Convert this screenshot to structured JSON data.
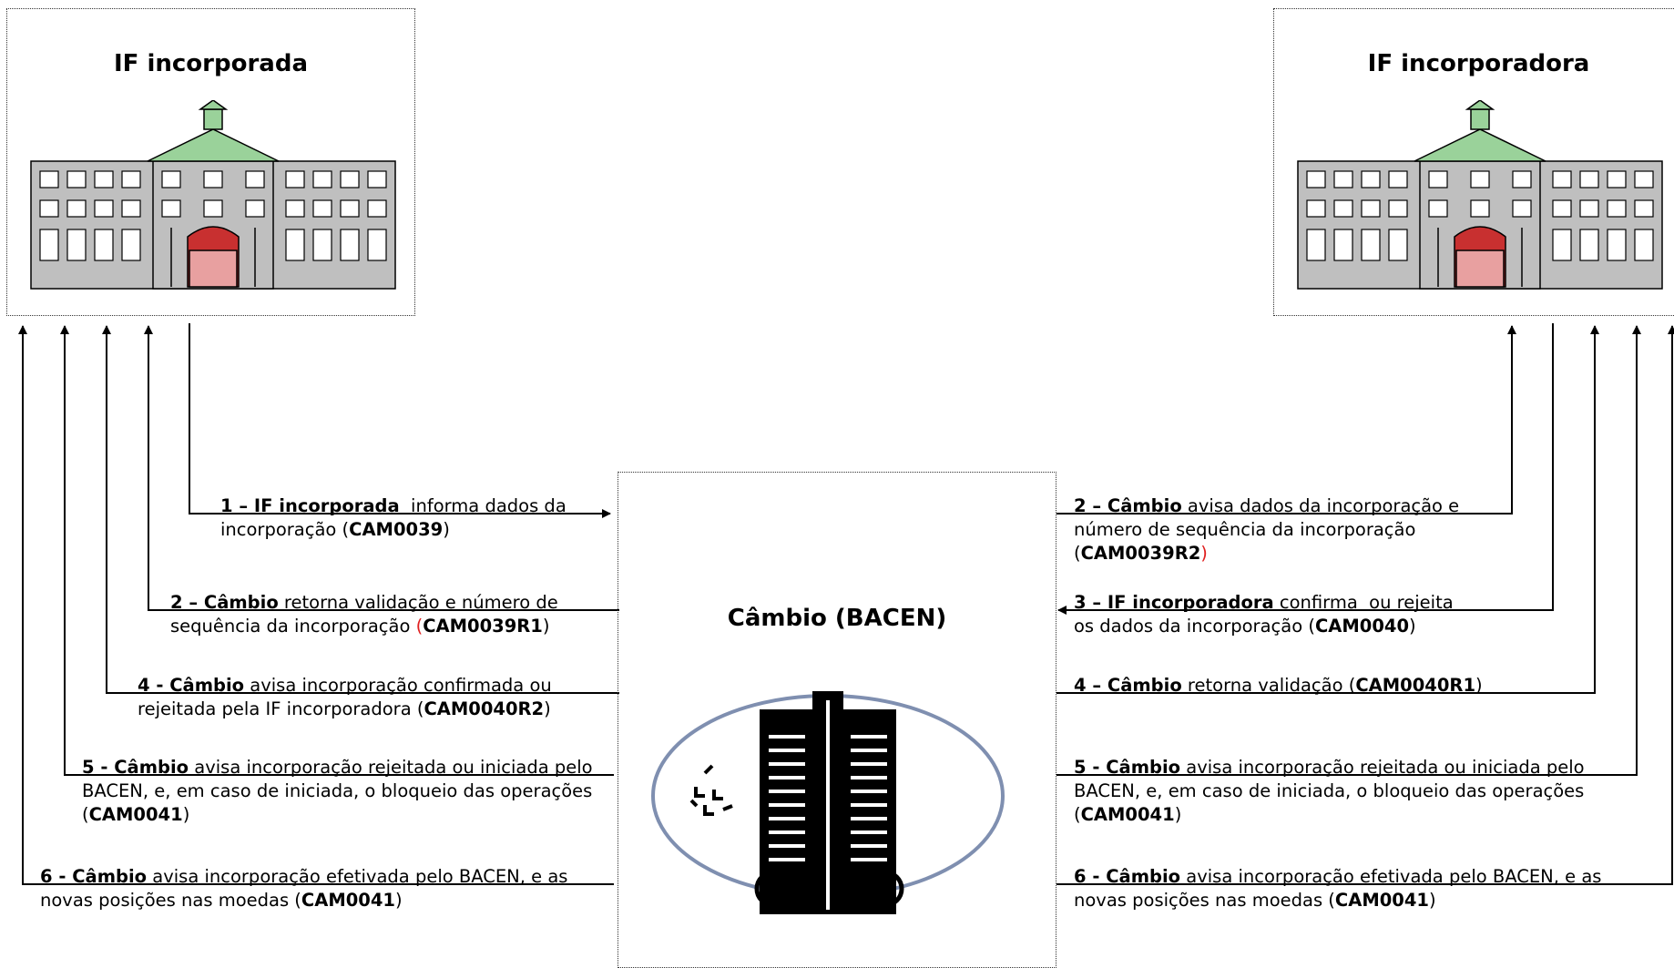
{
  "left_box": {
    "title": "IF incorporada"
  },
  "right_box": {
    "title": "IF incorporadora"
  },
  "center_box": {
    "title": "Câmbio (BACEN)"
  },
  "left_messages": [
    {
      "lead": "1 – IF incorporada",
      "line1": "  informa dados da",
      "line2_pre": "incorporação (",
      "code": "CAM0039",
      "close": ")"
    },
    {
      "lead": "2 – Câmbio",
      "line1": " retorna validação e número de",
      "line2_pre": "sequência da incorporação ",
      "open_red": "(",
      "code": "CAM0039R1",
      "close": ")"
    },
    {
      "lead": "4 - Câmbio",
      "line1": " avisa incorporação confirmada ou",
      "line2_pre": "rejeitada pela IF incorporadora (",
      "code": "CAM0040R2",
      "close": ")"
    },
    {
      "lead": "5 - Câmbio",
      "line1": " avisa incorporação rejeitada ou iniciada pelo",
      "line2": "BACEN, e, em caso de iniciada, o bloqueio das operações",
      "line3_pre": "(",
      "code": "CAM0041",
      "close": ")"
    },
    {
      "lead": "6 - Câmbio",
      "line1": " avisa incorporação efetivada pelo BACEN, e as",
      "line2_pre": "novas posições nas moedas (",
      "code": "CAM0041",
      "close": ")"
    }
  ],
  "right_messages": [
    {
      "lead": "2 – Câmbio",
      "line1": " avisa dados da incorporação e",
      "line2": "número de sequência da incorporação",
      "line3_pre": "(",
      "code": "CAM0039R2",
      "close_red": ")"
    },
    {
      "lead": "3 – IF incorporadora",
      "line1": " confirma  ou rejeita",
      "line2_pre": "os dados da incorporação (",
      "code": "CAM0040",
      "close": ")"
    },
    {
      "lead": "4 – Câmbio",
      "line1": " retorna validação (",
      "code": "CAM0040R1",
      "close": ")"
    },
    {
      "lead": "5 - Câmbio",
      "line1": " avisa incorporação rejeitada ou iniciada pelo",
      "line2": "BACEN, e, em caso de iniciada, o bloqueio das operações",
      "line3_pre": "(",
      "code": "CAM0041",
      "close": ")"
    },
    {
      "lead": "6 - Câmbio",
      "line1": " avisa incorporação efetivada pelo BACEN, e as",
      "line2_pre": "novas posições nas moedas (",
      "code": "CAM0041",
      "close": ")"
    }
  ],
  "colors": {
    "red": "#e02020",
    "building_gray": "#bfbfbf",
    "door_red": "#c83030",
    "roof_green": "#9ad29a",
    "ellipse_fill": "#ffffff",
    "ellipse_stroke": "#7f8fb0"
  }
}
